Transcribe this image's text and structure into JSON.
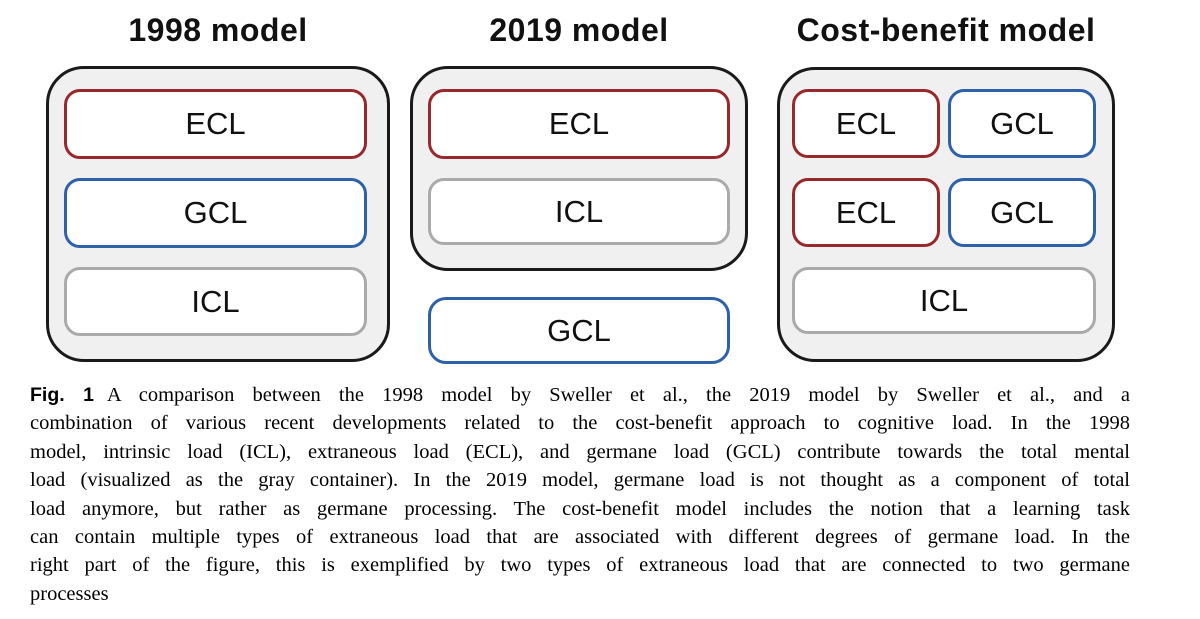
{
  "figure": {
    "models": [
      {
        "title": "1998 model",
        "container_boxes": [
          {
            "label": "ECL",
            "type": "extraneous-load"
          },
          {
            "label": "GCL",
            "type": "germane-load"
          },
          {
            "label": "ICL",
            "type": "intrinsic-load"
          }
        ]
      },
      {
        "title": "2019 model",
        "container_boxes": [
          {
            "label": "ECL",
            "type": "extraneous-load"
          },
          {
            "label": "ICL",
            "type": "intrinsic-load"
          }
        ],
        "outside_boxes": [
          {
            "label": "GCL",
            "type": "germane-processing"
          }
        ]
      },
      {
        "title": "Cost-benefit model",
        "container_boxes": [
          {
            "label": "ECL",
            "type": "extraneous-load"
          },
          {
            "label": "GCL",
            "type": "germane-load"
          },
          {
            "label": "ECL",
            "type": "extraneous-load"
          },
          {
            "label": "GCL",
            "type": "germane-load"
          },
          {
            "label": "ICL",
            "type": "intrinsic-load"
          }
        ]
      }
    ],
    "colors": {
      "extraneous_border": "#97292C",
      "germane_border": "#2E61A8",
      "intrinsic_border": "#AAAAAA",
      "container_fill": "#F0F0F1",
      "container_border": "#1A1A1A"
    }
  },
  "caption": {
    "label": "Fig. 1",
    "lines": [
      "A comparison between the 1998 model by Sweller et al., the 2019 model by Sweller et al., and a",
      "combination of various recent developments related to the cost-benefit approach to cognitive load. In the 1998",
      "model, intrinsic load (ICL), extraneous load (ECL), and germane load (GCL) contribute towards the total mental",
      "load (visualized as the gray container). In the 2019 model, germane load is not thought as a component of total",
      "load anymore, but rather as germane processing. The cost-benefit model includes the notion that a learning task",
      "can contain multiple types of extraneous load that are associated with different degrees of germane load. In the",
      "right part of the figure, this is exemplified by two types of extraneous load that are connected to two germane",
      "processes"
    ]
  }
}
